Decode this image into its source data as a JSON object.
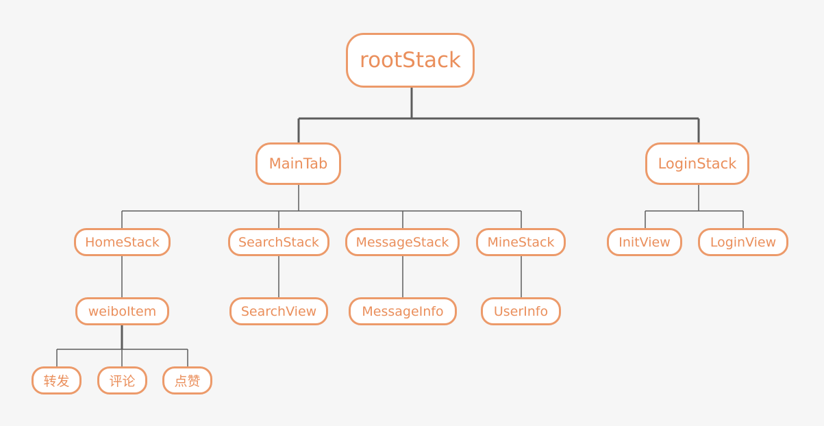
{
  "tree": {
    "root": {
      "label": "rootStack"
    },
    "main_tab": {
      "label": "MainTab"
    },
    "login_stack": {
      "label": "LoginStack"
    },
    "home_stack": {
      "label": "HomeStack"
    },
    "search_stack": {
      "label": "SearchStack"
    },
    "message_stack": {
      "label": "MessageStack"
    },
    "mine_stack": {
      "label": "MineStack"
    },
    "init_view": {
      "label": "InitView"
    },
    "login_view": {
      "label": "LoginView"
    },
    "weibo_item": {
      "label": "weiboItem"
    },
    "search_view": {
      "label": "SearchView"
    },
    "message_info": {
      "label": "MessageInfo"
    },
    "user_info": {
      "label": "UserInfo"
    },
    "forward": {
      "label": "转发"
    },
    "comment": {
      "label": "评论"
    },
    "like": {
      "label": "点赞"
    }
  },
  "colors": {
    "background": "#f6f6f6",
    "node_fill": "#ffffff",
    "node_border": "#ec9a6a",
    "node_text": "#ea8f5c",
    "connector": "#5c5c5c"
  }
}
